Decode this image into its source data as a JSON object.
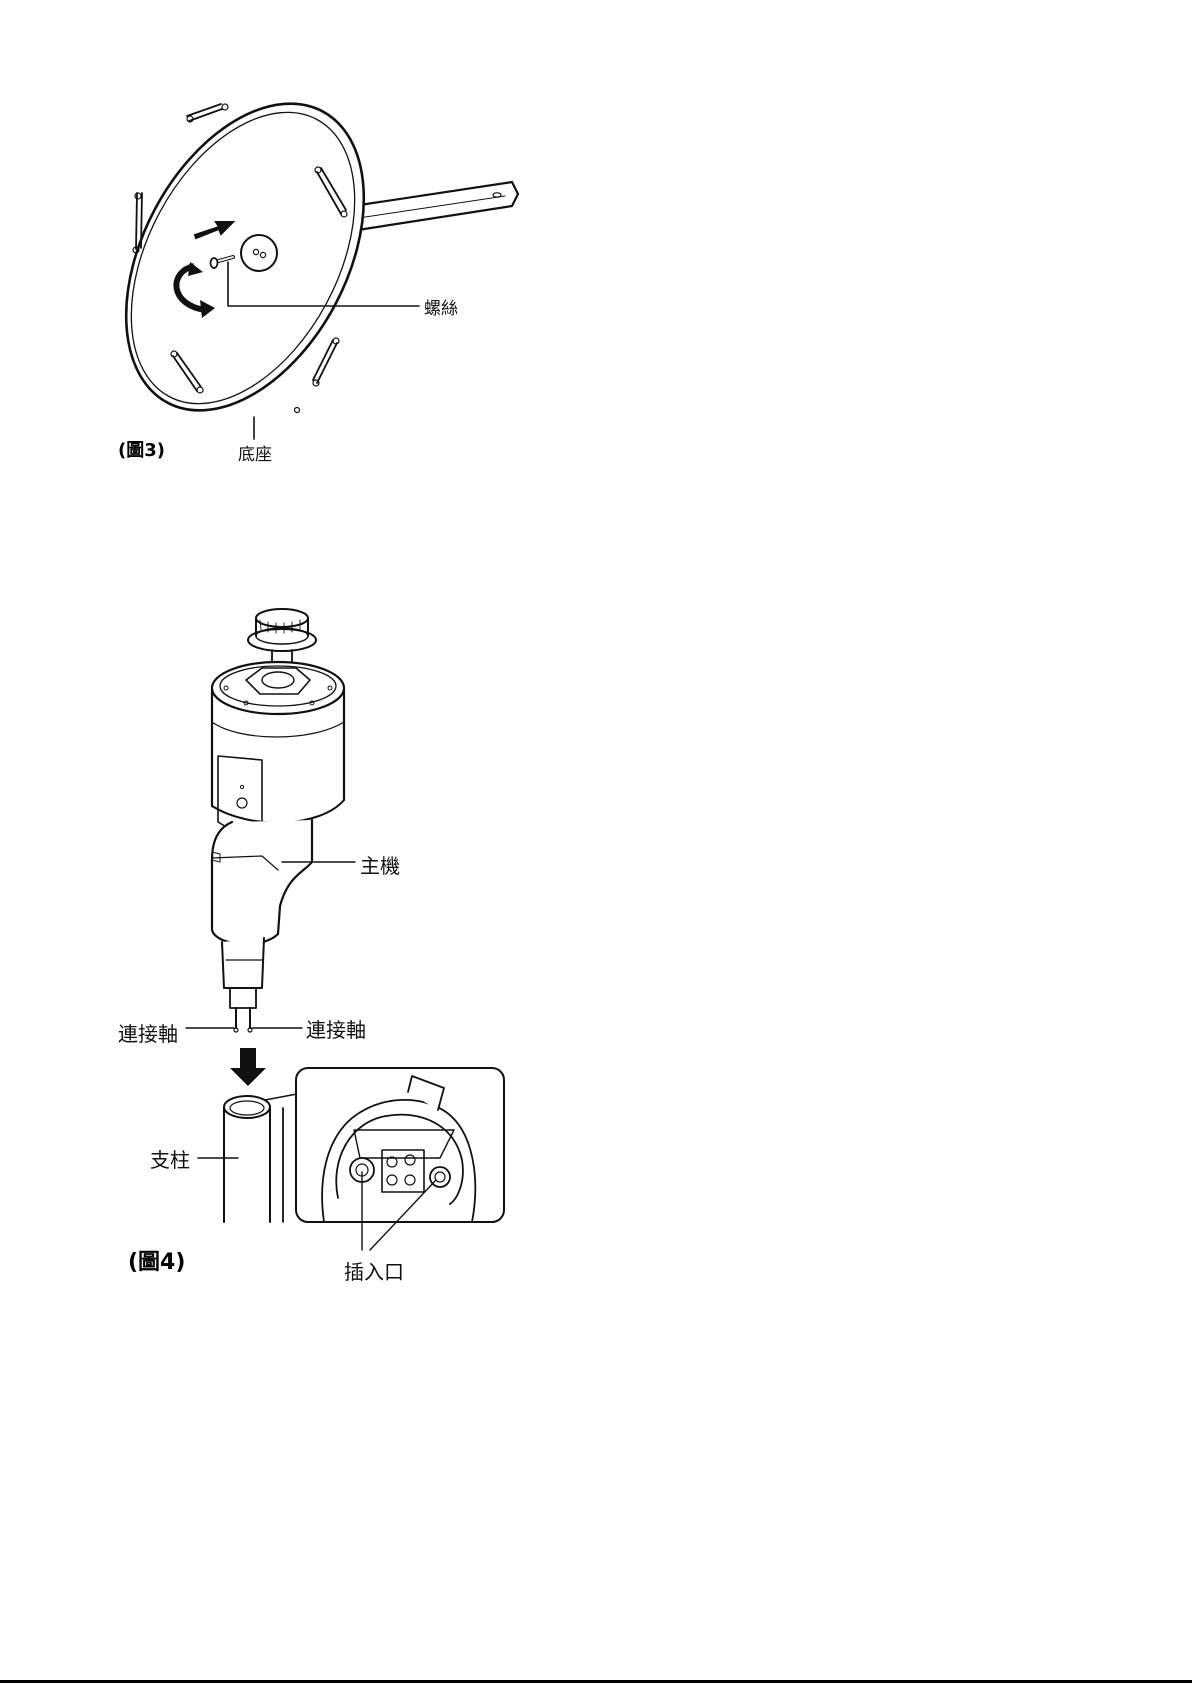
{
  "figure3": {
    "caption": "(圖3)",
    "labels": {
      "screw": "螺絲",
      "base": "底座"
    }
  },
  "figure4": {
    "caption": "(圖4)",
    "labels": {
      "main_unit": "主機",
      "connector_left": "連接軸",
      "connector_right": "連接軸",
      "pole": "支柱",
      "socket": "插入口"
    }
  }
}
